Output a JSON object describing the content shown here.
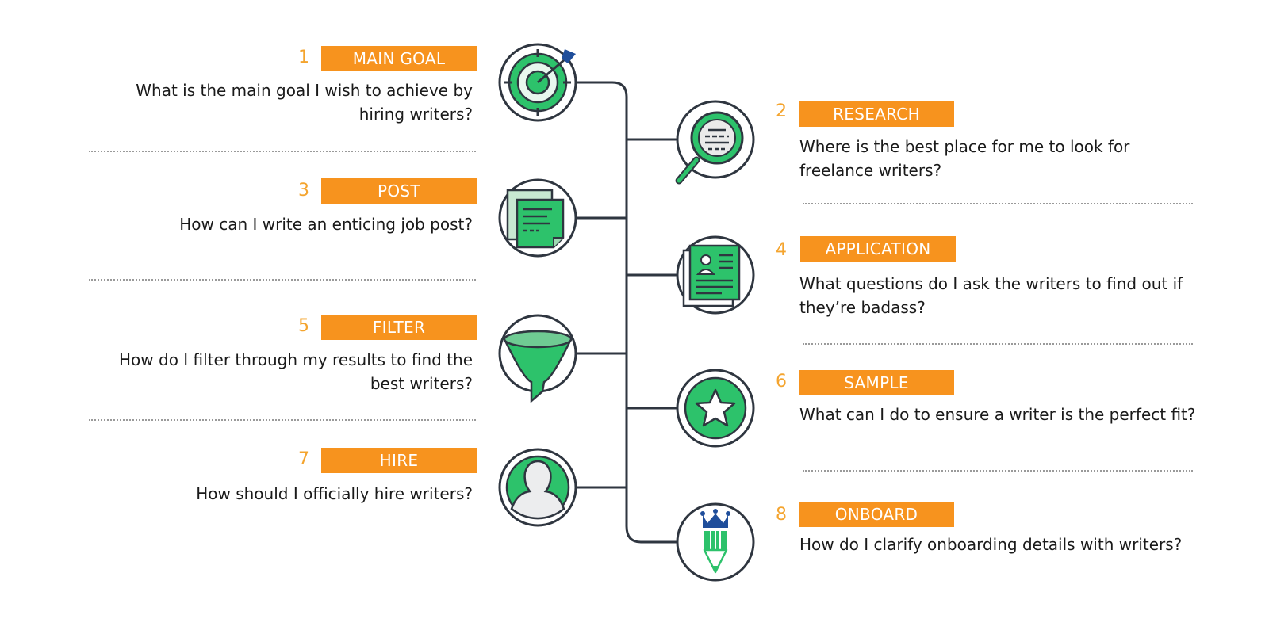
{
  "steps": [
    {
      "number": "1",
      "label": "MAIN GOAL",
      "question": "What is the main goal I wish to achieve by hiring writers?",
      "icon": "target-icon"
    },
    {
      "number": "2",
      "label": "RESEARCH",
      "question": "Where is the best place for me to look for freelance writers?",
      "icon": "magnifier-icon"
    },
    {
      "number": "3",
      "label": "POST",
      "question": "How can I write an enticing job post?",
      "icon": "document-icon"
    },
    {
      "number": "4",
      "label": "APPLICATION",
      "question": "What questions do I ask the writers to find out if they’re badass?",
      "icon": "profile-card-icon"
    },
    {
      "number": "5",
      "label": "FILTER",
      "question": "How do I filter through my results to find the best writers?",
      "icon": "funnel-icon"
    },
    {
      "number": "6",
      "label": "SAMPLE",
      "question": "What can I do to ensure a writer is the perfect fit?",
      "icon": "star-icon"
    },
    {
      "number": "7",
      "label": "HIRE",
      "question": "How should I officially hire writers?",
      "icon": "user-avatar-icon"
    },
    {
      "number": "8",
      "label": "ONBOARD",
      "question": "How do I clarify onboarding details with writers?",
      "icon": "crowned-pencil-icon"
    }
  ],
  "colors": {
    "accent_orange": "#F7931E",
    "number_orange": "#F4A42E",
    "icon_green": "#2DC26B",
    "dark_line": "#2F3640",
    "crown_blue": "#1F4E9B"
  }
}
